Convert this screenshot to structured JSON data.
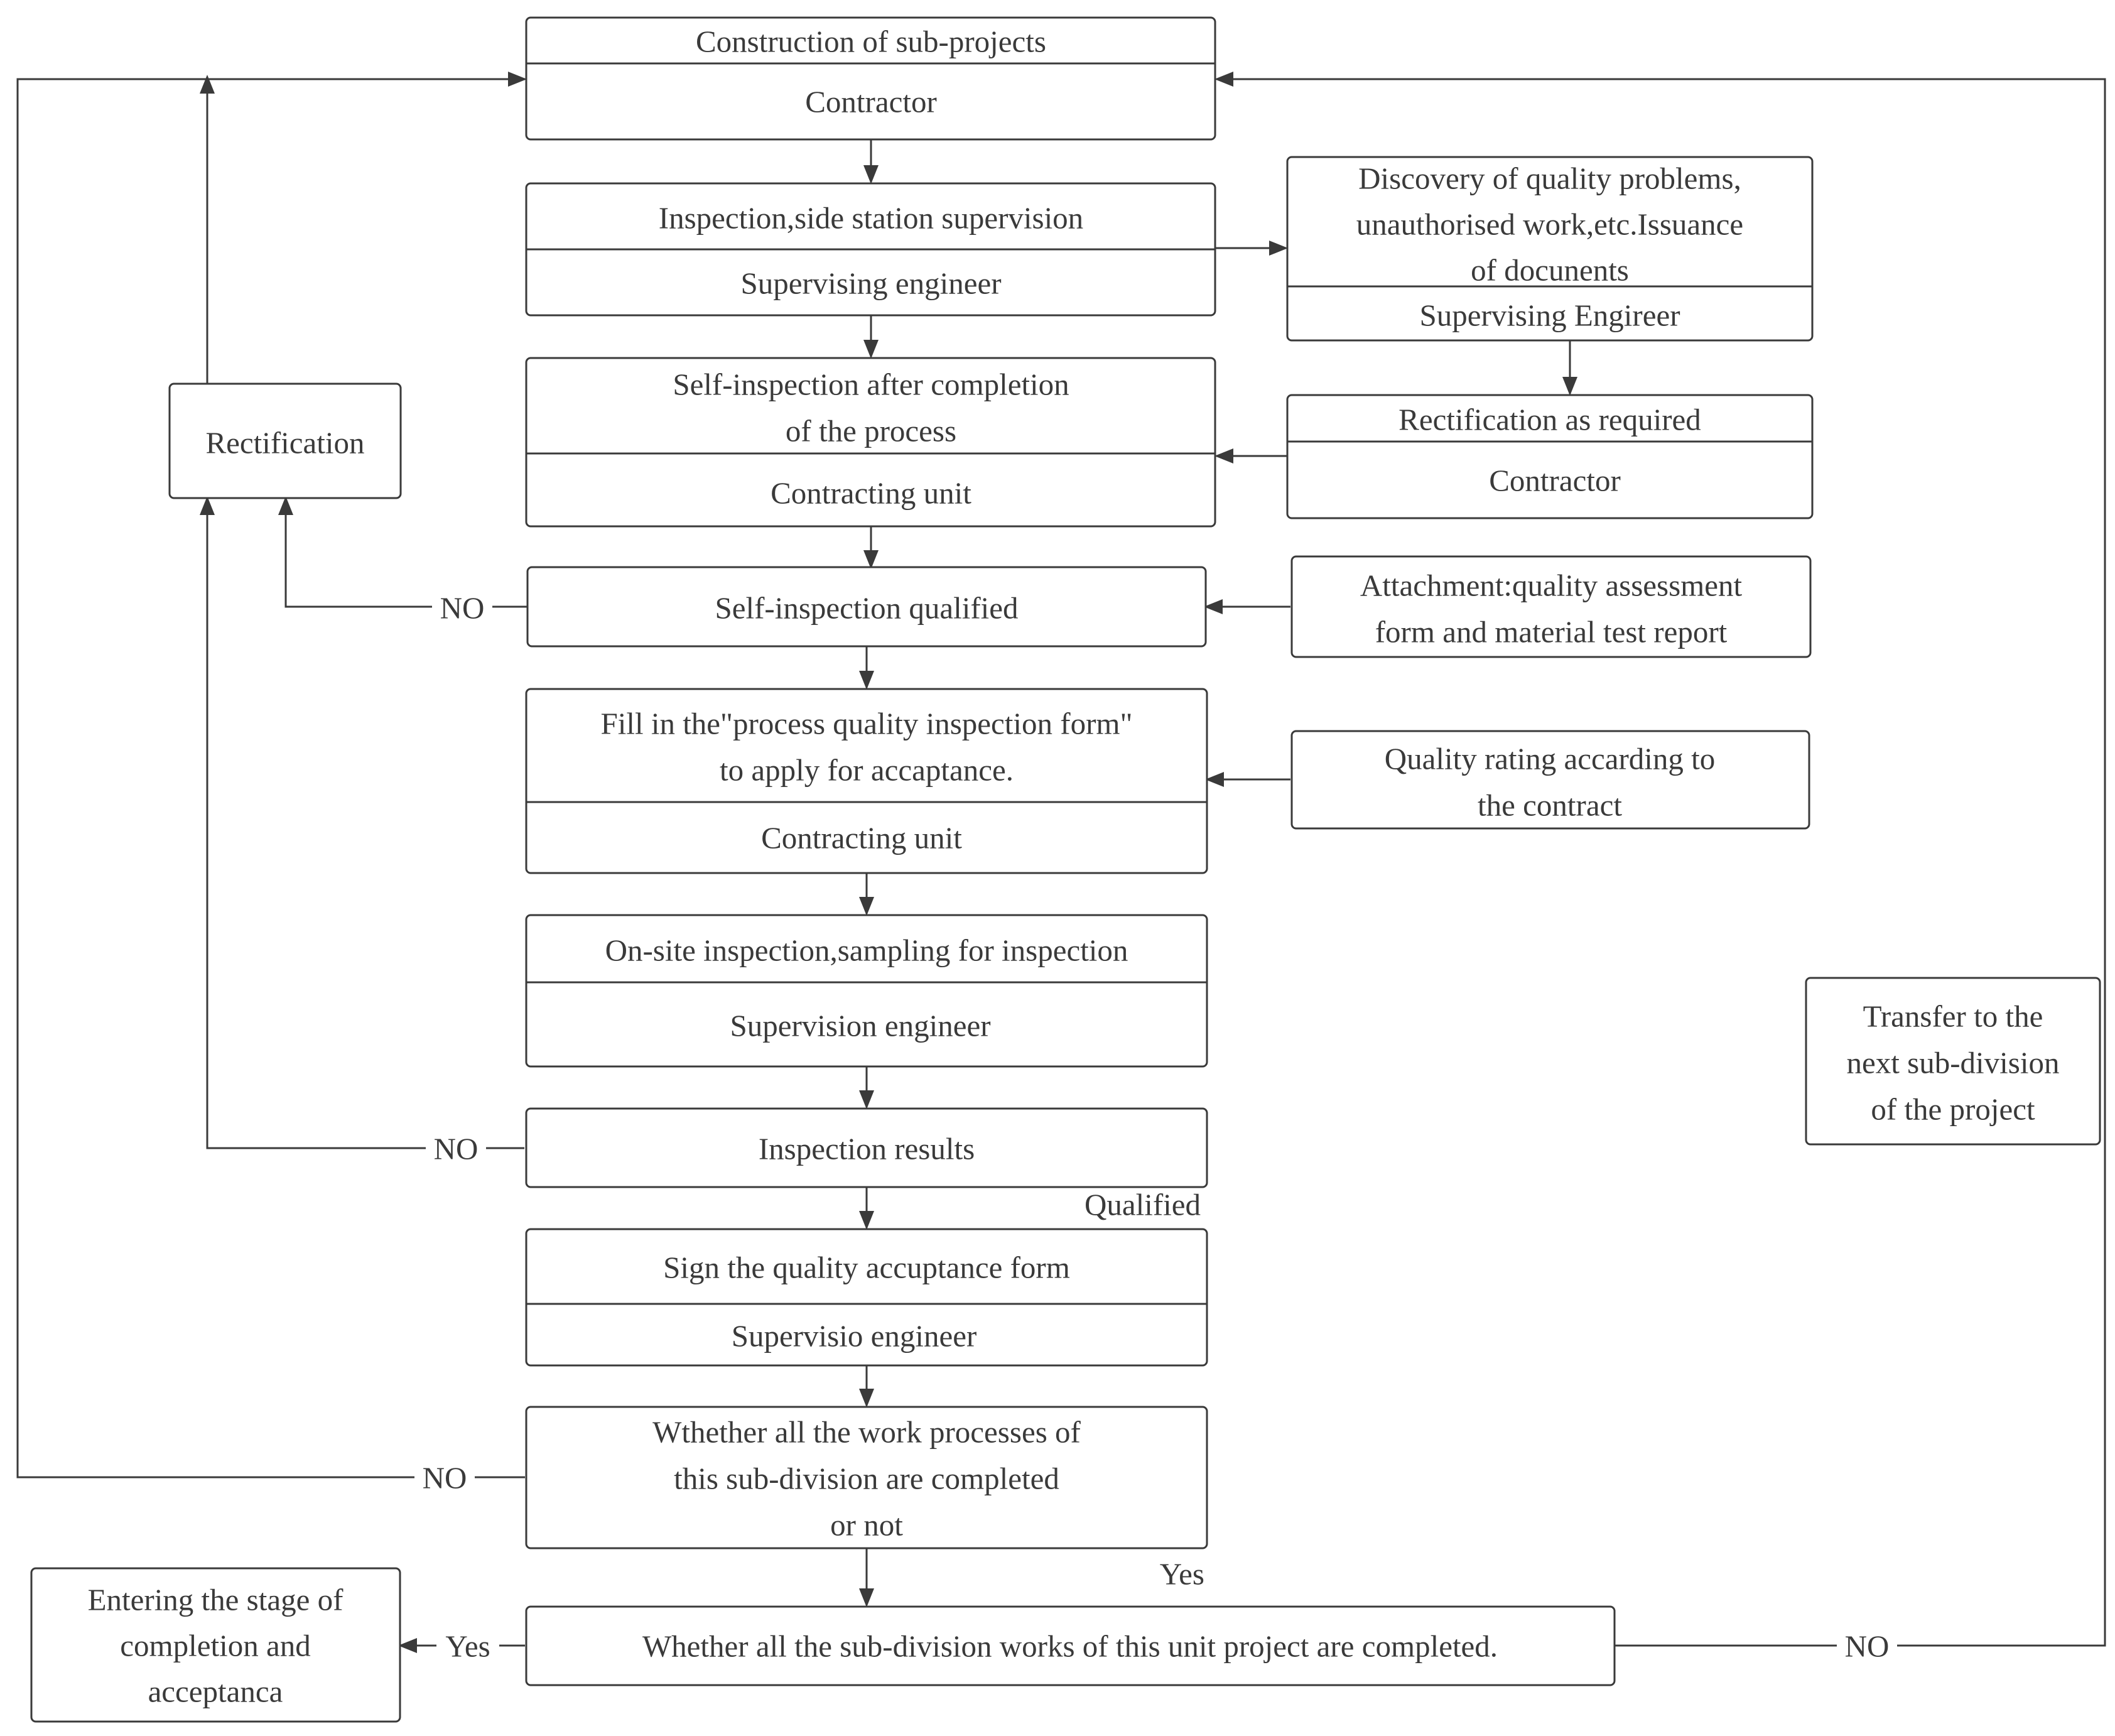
{
  "boxes": {
    "construction": {
      "title": "Construction of sub-projects",
      "role": "Contractor"
    },
    "inspection": {
      "title": "Inspection,side station supervision",
      "role": "Supervising engineer"
    },
    "discovery": {
      "title_lines": [
        "Discovery of quality problems,",
        "unauthorised work,etc.Issuance",
        "of docunents"
      ],
      "role": "Supervising Engireer"
    },
    "self_inspection": {
      "title_lines": [
        "Self-inspection after completion",
        "of the process"
      ],
      "role": "Contracting unit"
    },
    "rectification_required": {
      "title": "Rectification as required",
      "role": "Contractor"
    },
    "rectification": {
      "title": "Rectification"
    },
    "self_qualified": {
      "title": "Self-inspection qualified"
    },
    "attachment": {
      "title_lines": [
        "Attachment:quality assessment",
        "form and material test report"
      ]
    },
    "fill_form": {
      "title_lines": [
        "Fill in the\"process quality inspection form\"",
        "to apply for accaptance."
      ],
      "role": "Contracting unit"
    },
    "quality_rating": {
      "title_lines": [
        "Quality rating  accarding to",
        "the contract"
      ]
    },
    "onsite": {
      "title": "On-site inspection,sampling for inspection",
      "role": "Supervision engineer"
    },
    "results": {
      "title": "Inspection results"
    },
    "sign": {
      "title": "Sign the quality accuptance form",
      "role": "Supervisio  engineer"
    },
    "whether_processes": {
      "title_lines": [
        "Wthether all the work processes of",
        "this sub-division are completed",
        "or not"
      ]
    },
    "whether_subdivision": {
      "title": "Whether all the sub-division works of this unit project are completed."
    },
    "entering": {
      "title_lines": [
        "Entering the  stage of",
        "completion and",
        "acceptanca"
      ]
    },
    "transfer": {
      "title_lines": [
        "Transfer to the",
        "next sub-division",
        "of the project"
      ]
    }
  },
  "labels": {
    "no_self": "NO",
    "no_results": "NO",
    "no_processes": "NO",
    "no_subdivision": "NO",
    "qualified": "Qualified",
    "yes_processes": "Yes",
    "yes_subdivision": "Yes"
  },
  "colors": {
    "line": "#3a3a3a",
    "text": "#3a3a3a",
    "background": "#ffffff"
  }
}
